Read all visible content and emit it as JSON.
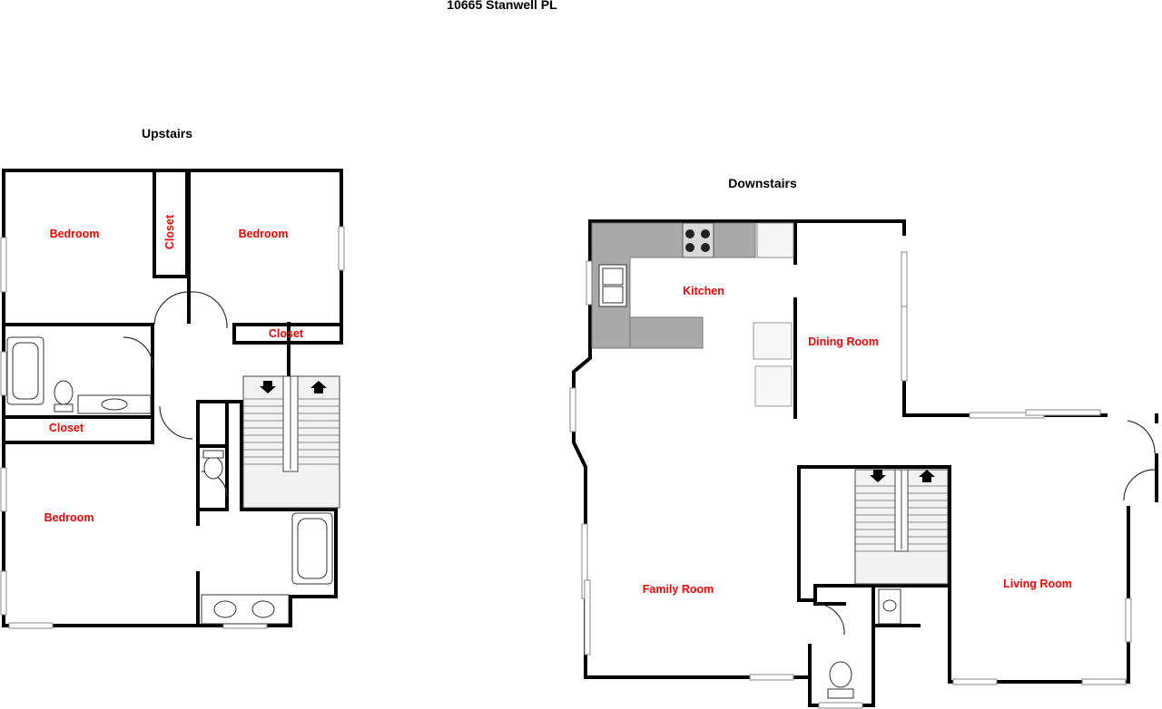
{
  "address": "10665 Stanwell PL",
  "upstairs": {
    "title": "Upstairs",
    "rooms": {
      "bedroom_1": "Bedroom",
      "bedroom_2": "Bedroom",
      "bedroom_3": "Bedroom",
      "closet_1": "Closet",
      "closet_2": "Closet",
      "closet_3": "Closet"
    }
  },
  "downstairs": {
    "title": "Downstairs",
    "rooms": {
      "kitchen": "Kitchen",
      "dining": "Dining Room",
      "family": "Family Room",
      "living": "Living Room"
    }
  },
  "colors": {
    "room_label": "#ff0000",
    "wall": "#000000",
    "counter": "#a9a9a9"
  }
}
